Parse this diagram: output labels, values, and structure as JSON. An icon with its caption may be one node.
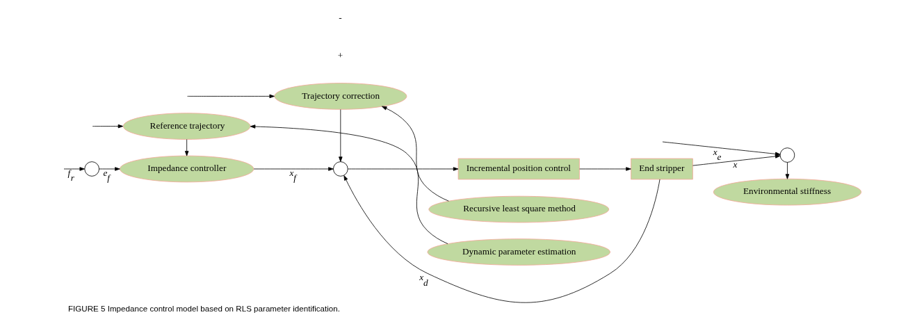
{
  "diagram": {
    "caption": "FIGURE 5 Impedance control model based on RLS parameter identification.",
    "nodes": [
      {
        "text": [],
        "shape": "circle"
      },
      {
        "text": [
          "Impedance controller"
        ]
      },
      {
        "text": [],
        "shape": "circle"
      },
      {
        "text": [
          "Incremental position control"
        ]
      },
      {
        "text": [
          "End stripper"
        ]
      },
      {
        "text": [],
        "shape": "circle"
      },
      {
        "text": [
          "Trajectory correction"
        ]
      },
      {
        "text": [
          "Recursive least square method"
        ]
      },
      {
        "text": [
          "Environmental stiffness"
        ]
      },
      {
        "text": [
          "Reference trajectory"
        ]
      },
      {
        "text": [
          "Dynamic parameter estimation"
        ]
      }
    ],
    "edges": [
      {
        "from": null,
        "to": 0,
        "arrow": "to",
        "label": "f$_{r}$"
      },
      {
        "from": 0,
        "to": 1,
        "arrow": "to",
        "label": "e$_{f}$"
      },
      {
        "from": 1,
        "to": 2,
        "arrow": "to",
        "label": "x$_{f}$"
      },
      {
        "from": 2,
        "to": 3,
        "arrow": "to"
      },
      {
        "from": 3,
        "to": 4,
        "arrow": "to"
      },
      {
        "from": 4,
        "to": 5,
        "arrow": "to",
        "label": "x"
      },
      {
        "from": 4,
        "to": 2,
        "arrow": "to",
        "label": "x$_{d}$"
      },
      {
        "from": null,
        "to": 5,
        "arrow": "to",
        "label": "x$_{e}$"
      },
      {
        "from": 5,
        "to": 8,
        "arrow": "to"
      },
      {
        "from": 6,
        "to": 2,
        "arrow": "to"
      },
      {
        "from": 7,
        "to": 6,
        "arrow": "to"
      },
      {
        "from": null,
        "to": 6,
        "arrow": "to"
      },
      {
        "from": 9,
        "to": 1,
        "arrow": "to"
      },
      {
        "from": null,
        "to": 9,
        "arrow": "to"
      },
      {
        "from": 10,
        "to": 9,
        "arrow": "to"
      }
    ],
    "labels": [
      "-",
      "+"
    ]
  }
}
